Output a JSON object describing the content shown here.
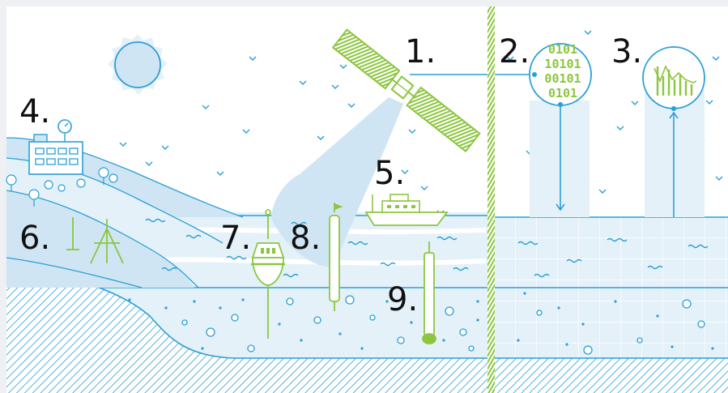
{
  "labels": {
    "satellite": "1.",
    "data_processing": "2.",
    "analysis": "3.",
    "land_station": "4.",
    "vessel": "5.",
    "coastal_sensors": "6.",
    "buoy": "7.",
    "mooring_sensor": "8.",
    "profiler": "9."
  },
  "binary_rows": [
    "0101",
    "10101",
    "00101",
    "0101"
  ],
  "icons": [
    "sun-icon",
    "satellite-icon",
    "building-icon",
    "boat-icon",
    "buoy-icon",
    "binary-data-icon",
    "chart-icon"
  ],
  "colors": {
    "line": "#2a9fd6",
    "light_blue": "#cfe5f3",
    "pale_blue": "#e4f1f9",
    "green": "#8cc63f",
    "background": "#ffffff",
    "frame": "#eef0f3"
  }
}
